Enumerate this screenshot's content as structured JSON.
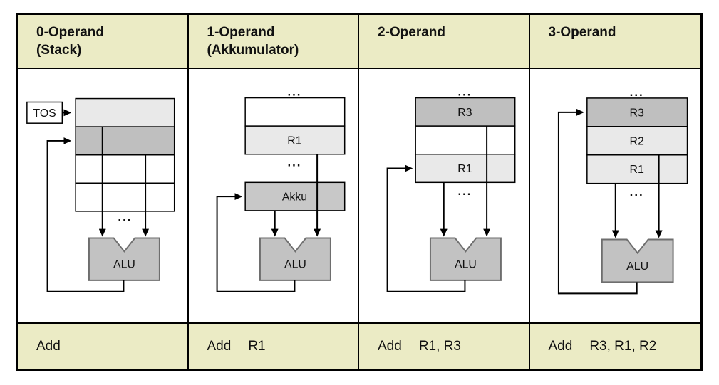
{
  "columns": [
    {
      "key": "0-operand-stack",
      "header": {
        "line1": "0-Operand",
        "line2": "(Stack)"
      },
      "diagram": {
        "tos_label": "TOS",
        "dots_bottom": "...",
        "alu_label": "ALU"
      },
      "instruction": {
        "mnemonic": "Add",
        "operands": ""
      }
    },
    {
      "key": "1-operand-akkumulator",
      "header": {
        "line1": "1-Operand",
        "line2": "(Akkumulator)"
      },
      "diagram": {
        "dots_top": "...",
        "register_label": "R1",
        "dots_middle": "...",
        "akku_label": "Akku",
        "alu_label": "ALU"
      },
      "instruction": {
        "mnemonic": "Add",
        "operands": "R1"
      }
    },
    {
      "key": "2-operand",
      "header": {
        "line1": "2-Operand",
        "line2": ""
      },
      "diagram": {
        "dots_top": "...",
        "register_top_label": "R3",
        "register_bottom_label": "R1",
        "dots_middle": "...",
        "alu_label": "ALU"
      },
      "instruction": {
        "mnemonic": "Add",
        "operands": "R1, R3"
      }
    },
    {
      "key": "3-operand",
      "header": {
        "line1": "3-Operand",
        "line2": ""
      },
      "diagram": {
        "dots_top": "...",
        "register_labels": [
          "R3",
          "R2",
          "R1"
        ],
        "dots_middle": "...",
        "alu_label": "ALU"
      },
      "instruction": {
        "mnemonic": "Add",
        "operands": "R3, R1, R2"
      }
    }
  ],
  "colors": {
    "header_bg": "#ebebc5",
    "row_light": "#e9e9e9",
    "row_dark": "#bfbfbf",
    "akku_fill": "#c8c8c8",
    "alu_fill": "#c2c2c2",
    "alu_border": "#6e6e6e"
  }
}
